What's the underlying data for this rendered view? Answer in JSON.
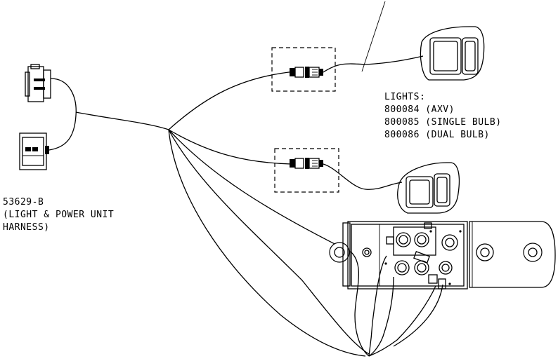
{
  "harness_label": {
    "part_number": "53629-B",
    "line2": "(LIGHT & POWER UNIT",
    "line3": "HARNESS)"
  },
  "lights_label": {
    "heading": "LIGHTS:",
    "items": [
      "800084 (AXV)",
      "800085 (SINGLE BULB)",
      "800086 (DUAL BULB)"
    ]
  }
}
